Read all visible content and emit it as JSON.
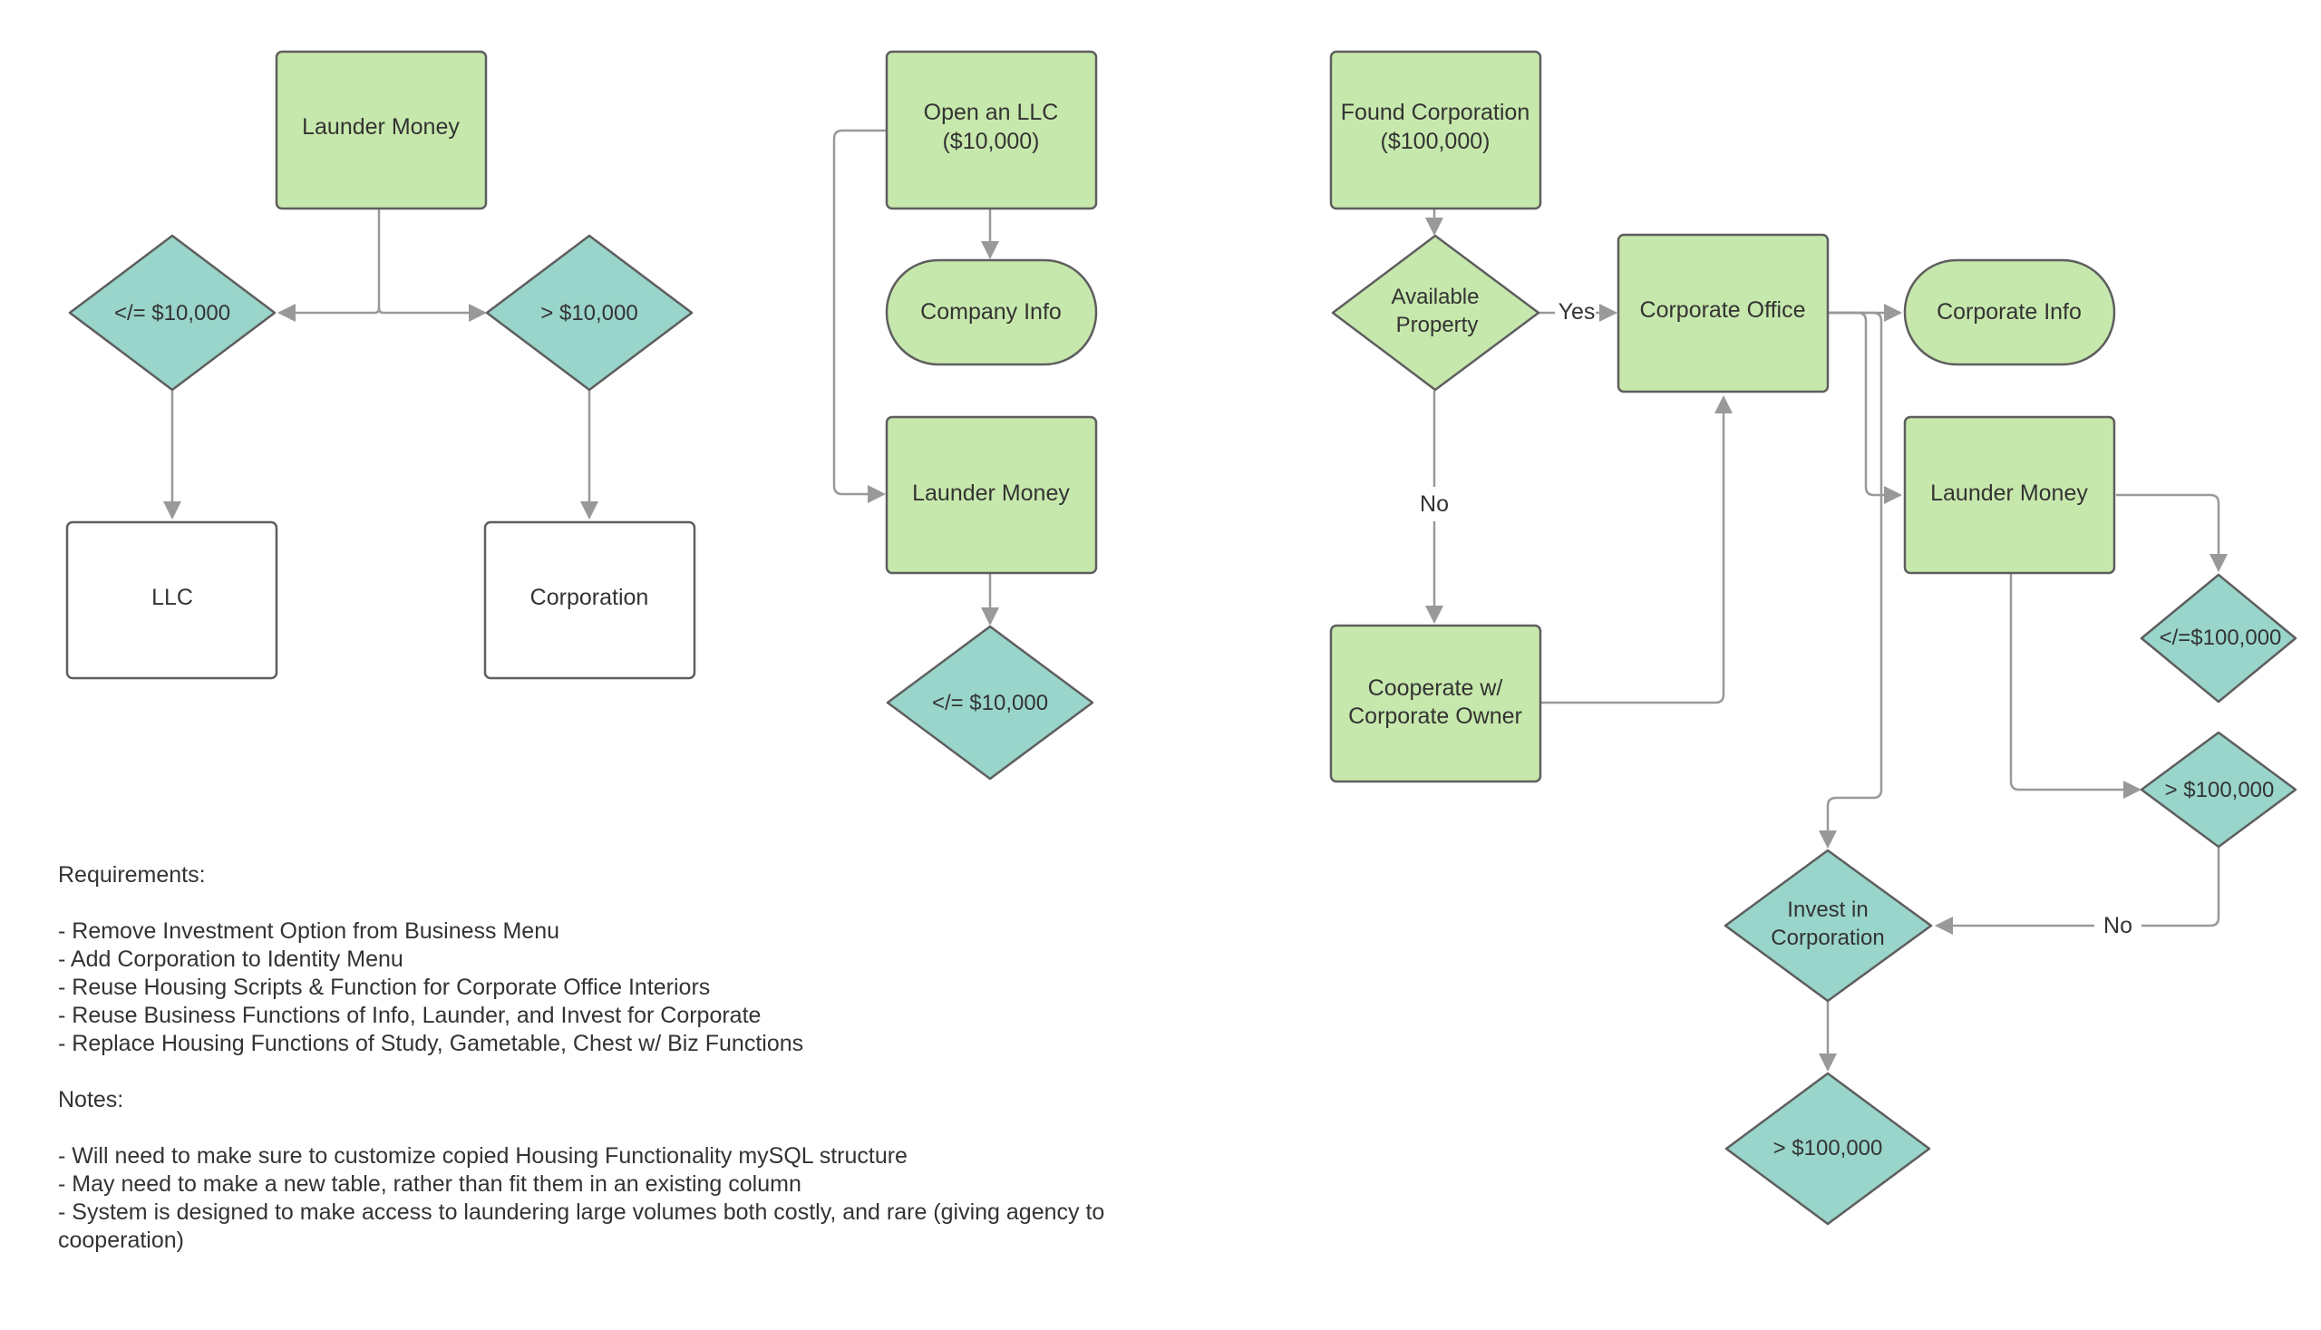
{
  "colors": {
    "process_fill": "#c7e8ac",
    "decision_fill": "#99d5ca",
    "plain_fill": "#ffffff",
    "stroke": "#5e5e5e",
    "connector": "#999999",
    "text": "#333333"
  },
  "left_flow": {
    "launder_money": "Launder Money",
    "decision_low": "</= $10,000",
    "decision_high": "> $10,000",
    "llc": "LLC",
    "corporation": "Corporation"
  },
  "middle_flow": {
    "open_llc": [
      "Open an LLC",
      "($10,000)"
    ],
    "company_info": "Company Info",
    "launder_money": "Launder Money",
    "decision_low": "</= $10,000"
  },
  "right_flow": {
    "found_corporation": [
      "Found Corporation",
      "($100,000)"
    ],
    "available_property": [
      "Available",
      "Property"
    ],
    "yes_label": "Yes",
    "no_label": "No",
    "corporate_office": "Corporate Office",
    "corporate_info": "Corporate Info",
    "cooperate_owner": [
      "Cooperate w/",
      "Corporate Owner"
    ],
    "launder_money": "Launder Money",
    "decision_low": "</=$100,000",
    "decision_high": "> $100,000",
    "invest_in_corporation": [
      "Invest in",
      "Corporation"
    ],
    "invest_no_label": "No",
    "invest_high": "> $100,000"
  },
  "notes": {
    "requirements_title": "Requirements:",
    "requirements": [
      "- Remove Investment Option from Business Menu",
      "- Add Corporation to Identity Menu",
      "- Reuse Housing Scripts & Function for Corporate Office Interiors",
      "- Reuse Business Functions of Info, Launder, and Invest for Corporate",
      "- Replace Housing Functions of Study, Gametable, Chest w/ Biz Functions"
    ],
    "notes_title": "Notes:",
    "notes": [
      "- Will need to make sure to customize copied Housing Functionality mySQL structure",
      "- May need to make a new table, rather than fit them in an existing column",
      "- System is designed to make access to laundering large volumes both costly, and rare (giving agency to",
      "cooperation)"
    ]
  }
}
